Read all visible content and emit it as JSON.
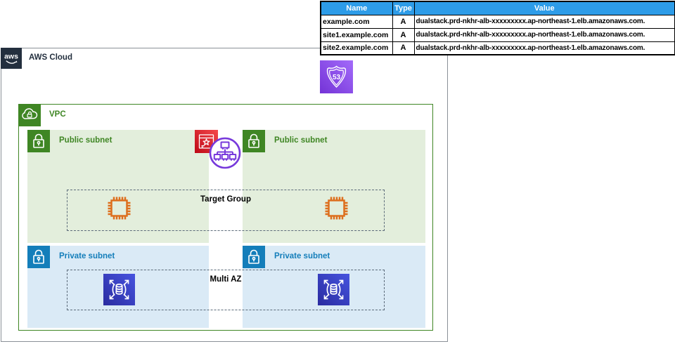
{
  "colors": {
    "aws_navy": "#232F3E",
    "cloud_border": "#8B9198",
    "vpc_green": "#3F8624",
    "public_subnet_bg": "#E3EEDC",
    "private_blue": "#147EBA",
    "private_subnet_bg": "#DAEAF6",
    "ec2_orange": "#DD6F1E",
    "alb_purple": "#7739DB",
    "r53_purple_light": "#A36BFA",
    "r53_purple_dark": "#7433D6",
    "acm_red_light": "#F5494B",
    "acm_red_dark": "#BD0816",
    "rds_indigo_light": "#4653DF",
    "rds_indigo_dark": "#2A2CA0",
    "table_header_bg": "#2D9CE8",
    "dashed_border": "#5C6B7A"
  },
  "dns_table": {
    "columns": [
      "Name",
      "Type",
      "Value"
    ],
    "rows": [
      {
        "name": "example.com",
        "type": "A",
        "value": "dualstack.prd-nkhr-alb-xxxxxxxxx.ap-northeast-1.elb.amazonaws.com."
      },
      {
        "name": "site1.example.com",
        "type": "A",
        "value": "dualstack.prd-nkhr-alb-xxxxxxxxx.ap-northeast-1.elb.amazonaws.com."
      },
      {
        "name": "site2.example.com",
        "type": "A",
        "value": "dualstack.prd-nkhr-alb-xxxxxxxxx.ap-northeast-1.elb.amazonaws.com."
      }
    ]
  },
  "aws_cloud": {
    "label": "AWS Cloud",
    "logo_text": "aws"
  },
  "route53": {
    "badge_text": "53"
  },
  "vpc": {
    "label": "VPC"
  },
  "subnets": {
    "public_left": {
      "label": "Public subnet"
    },
    "public_right": {
      "label": "Public subnet"
    },
    "private_left": {
      "label": "Private subnet"
    },
    "private_right": {
      "label": "Private subnet"
    }
  },
  "groups": {
    "target_group": {
      "label": "Target Group"
    },
    "multi_az": {
      "label": "Multi AZ"
    }
  },
  "icons": {
    "aws-logo-icon": "AWS smile logo",
    "route53-icon": "Route 53 shield badge",
    "vpc-icon": "cloud with lock",
    "lock-icon": "padlock",
    "acm-certificate-icon": "browser window with star seal",
    "alb-icon": "load balancer network tree in circle",
    "ec2-instance-icon": "orange chip outline",
    "rds-icon": "database cylinder with outward arrows"
  }
}
